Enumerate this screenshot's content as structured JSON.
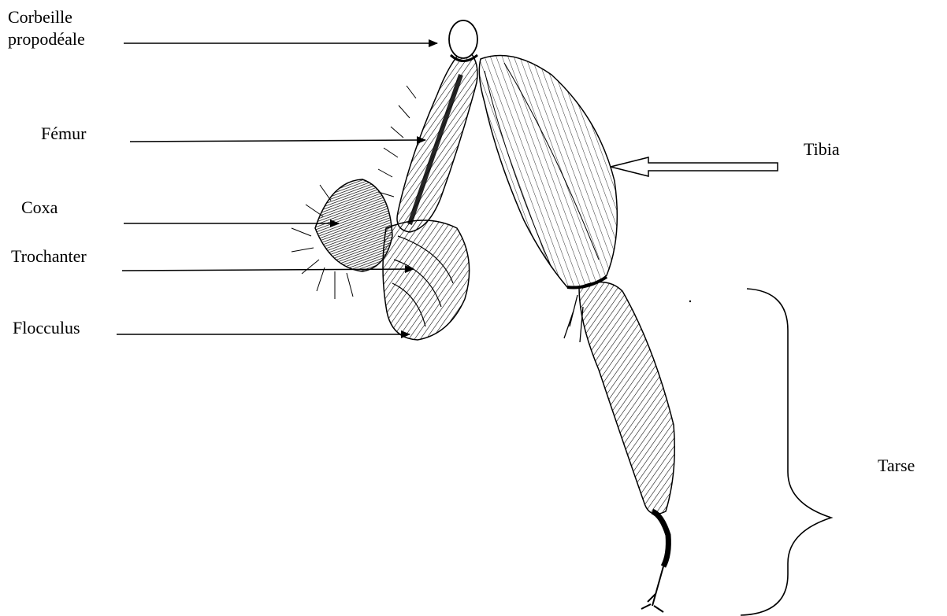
{
  "labels": {
    "corbeille_line1": "Corbeille",
    "corbeille_line2": "propodéale",
    "femur": "Fémur",
    "tibia": "Tibia",
    "coxa": "Coxa",
    "trochanter": "Trochanter",
    "flocculus": "Flocculus",
    "tarse": "Tarse"
  },
  "colors": {
    "ink": "#000000",
    "background": "#ffffff"
  },
  "icons": {
    "tibia_pointer": "hollow-arrow-left-icon",
    "tarse_bracket": "curly-brace-right-icon"
  }
}
